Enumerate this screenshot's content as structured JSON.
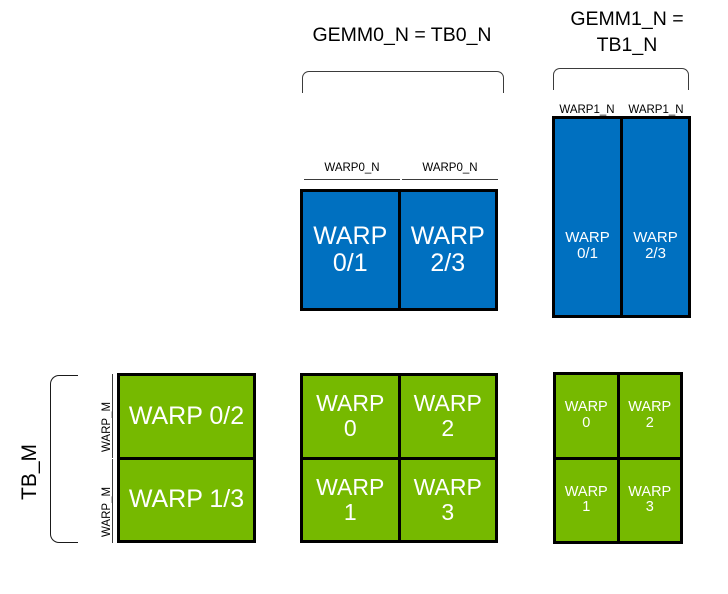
{
  "diagram": {
    "title_gemm0": "GEMM0_N = TB0_N",
    "title_gemm1": "GEMM1_N =\nTB1_N",
    "label_tb_m": "TB_M",
    "label_warp_m": "WARP_M",
    "label_warp0_n": "WARP0_N",
    "label_warp1_n": "WARP1_N",
    "colors": {
      "blue": "#0070C0",
      "green": "#76B900",
      "outline": "#000000",
      "text_on_fill": "#FFFFFF",
      "text": "#000000"
    },
    "blocks": {
      "blue_gemm0": {
        "name": "GEMM0 warp tile (blue)",
        "columns": 2,
        "rows": 1,
        "top_captions": [
          "WARP0_N",
          "WARP0_N"
        ],
        "cells": [
          "WARP\n0/1",
          "WARP\n2/3"
        ]
      },
      "blue_gemm1": {
        "name": "GEMM1 warp tile (blue)",
        "columns": 2,
        "rows": 1,
        "top_captions": [
          "WARP1_N",
          "WARP1_N"
        ],
        "cells": [
          "WARP\n0/1",
          "WARP\n2/3"
        ]
      },
      "green_left": {
        "name": "TB_M warp rows (green)",
        "columns": 1,
        "rows": 2,
        "side_captions": [
          "WARP_M",
          "WARP_M"
        ],
        "cells": [
          "WARP 0/2",
          "WARP 1/3"
        ]
      },
      "green_middle": {
        "name": "GEMM0 warp grid (green)",
        "columns": 2,
        "rows": 2,
        "cells": [
          "WARP\n0",
          "WARP\n2",
          "WARP\n1",
          "WARP\n3"
        ]
      },
      "green_right": {
        "name": "GEMM1 warp grid (green)",
        "columns": 2,
        "rows": 2,
        "cells": [
          "WARP\n0",
          "WARP\n2",
          "WARP\n1",
          "WARP\n3"
        ]
      }
    }
  }
}
